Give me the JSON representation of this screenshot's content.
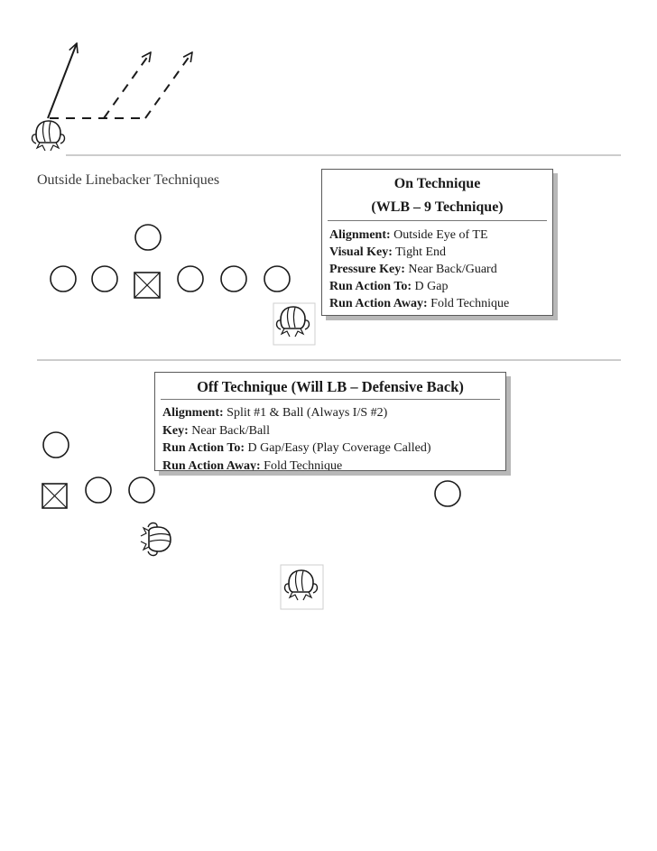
{
  "section_title": "Outside Linebacker Techniques",
  "on_technique": {
    "title_line1": "On Technique",
    "title_line2": "(WLB – 9 Technique)",
    "lines": [
      {
        "label": "Alignment:",
        "value": "Outside Eye of TE"
      },
      {
        "label": "Visual Key:",
        "value": "Tight End"
      },
      {
        "label": "Pressure Key:",
        "value": "Near Back/Guard"
      },
      {
        "label": "Run Action To:",
        "value": "D Gap"
      },
      {
        "label": "Run Action Away:",
        "value": "Fold Technique"
      }
    ]
  },
  "off_technique": {
    "title": "Off Technique (Will LB – Defensive Back)",
    "lines": [
      {
        "label": "Alignment:",
        "value": "Split #1 & Ball (Always I/S #2)"
      },
      {
        "label": "Key:",
        "value": "Near Back/Ball"
      },
      {
        "label": "Run Action To:",
        "value": "D Gap/Easy (Play Coverage Called)"
      },
      {
        "label": "Run Action Away:",
        "value": "Fold Technique"
      }
    ]
  },
  "colors": {
    "line": "#1a1a1a",
    "divider": "#9a9a9a",
    "shadow": "#b8b8b8"
  },
  "icons": {
    "player": "linebacker-helmet-icon",
    "offense": "offensive-player-circle",
    "center": "center-box-icon"
  }
}
